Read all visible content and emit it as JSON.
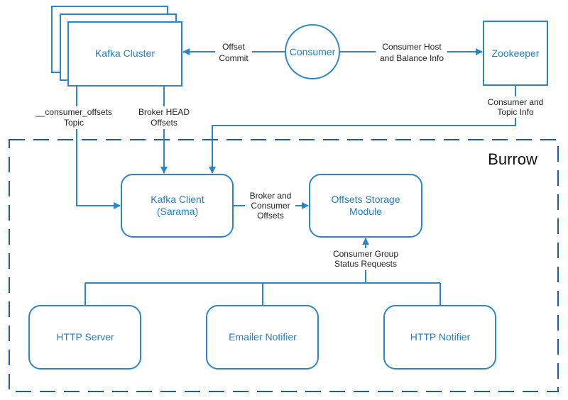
{
  "colors": {
    "stroke": "#2a86c8",
    "node_text": "#1f7fc6",
    "label_text": "#222222",
    "background": "#ffffff"
  },
  "nodes": {
    "kafka_cluster": "Kafka Cluster",
    "consumer": "Consumer",
    "zookeeper": "Zookeeper",
    "kafka_client": [
      "Kafka Client",
      "(Sarama)"
    ],
    "offsets_storage": [
      "Offsets Storage",
      "Module"
    ],
    "http_server": "HTTP Server",
    "emailer_notifier": "Emailer Notifier",
    "http_notifier": "HTTP Notifier"
  },
  "group": {
    "burrow": "Burrow"
  },
  "edges": {
    "offset_commit": [
      "Offset",
      "Commit"
    ],
    "consumer_host": [
      "Consumer Host",
      "and Balance Info"
    ],
    "consumer_offsets_topic": [
      "__consumer_offsets",
      "Topic"
    ],
    "broker_head_offsets": [
      "Broker HEAD",
      "Offsets"
    ],
    "consumer_topic_info": [
      "Consumer and",
      "Topic Info"
    ],
    "broker_consumer_offsets": [
      "Broker and",
      "Consumer",
      "Offsets"
    ],
    "status_requests": [
      "Consumer Group",
      "Status Requests"
    ]
  }
}
